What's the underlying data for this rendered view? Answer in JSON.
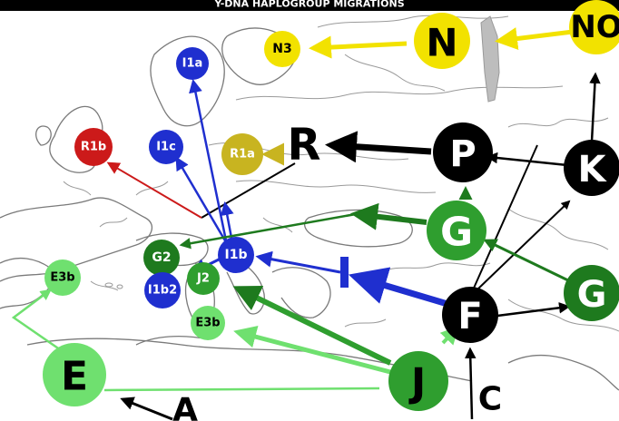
{
  "map": {
    "header_text": "Y-DNA HAPLOGROUP MIGRATIONS",
    "colors": {
      "yellow": "#f2e200",
      "olive": "#c8b420",
      "red": "#cc1a1a",
      "blue": "#1f2fcf",
      "dark_green": "#1e7a1e",
      "mid_green": "#2f9e2f",
      "light_green": "#6fe06f",
      "black": "#000000",
      "white": "#ffffff"
    },
    "nodes": [
      {
        "id": "NO",
        "label": "NO"
      },
      {
        "id": "N",
        "label": "N"
      },
      {
        "id": "N3",
        "label": "N3"
      },
      {
        "id": "I1a",
        "label": "I1a"
      },
      {
        "id": "R1b",
        "label": "R1b"
      },
      {
        "id": "I1c",
        "label": "I1c"
      },
      {
        "id": "R1a",
        "label": "R1a"
      },
      {
        "id": "R",
        "label": "R"
      },
      {
        "id": "P",
        "label": "P"
      },
      {
        "id": "K",
        "label": "K"
      },
      {
        "id": "G_east",
        "label": "G"
      },
      {
        "id": "G_far",
        "label": "G"
      },
      {
        "id": "G2",
        "label": "G2"
      },
      {
        "id": "I1b",
        "label": "I1b"
      },
      {
        "id": "I1b2",
        "label": "I1b2"
      },
      {
        "id": "J2",
        "label": "J2"
      },
      {
        "id": "I_marker",
        "label": "I"
      },
      {
        "id": "F",
        "label": "F"
      },
      {
        "id": "E3b_west",
        "label": "E3b"
      },
      {
        "id": "E3b_south",
        "label": "E3b"
      },
      {
        "id": "E",
        "label": "E"
      },
      {
        "id": "J",
        "label": "J"
      },
      {
        "id": "A",
        "label": "A"
      },
      {
        "id": "C",
        "label": "C"
      }
    ]
  }
}
